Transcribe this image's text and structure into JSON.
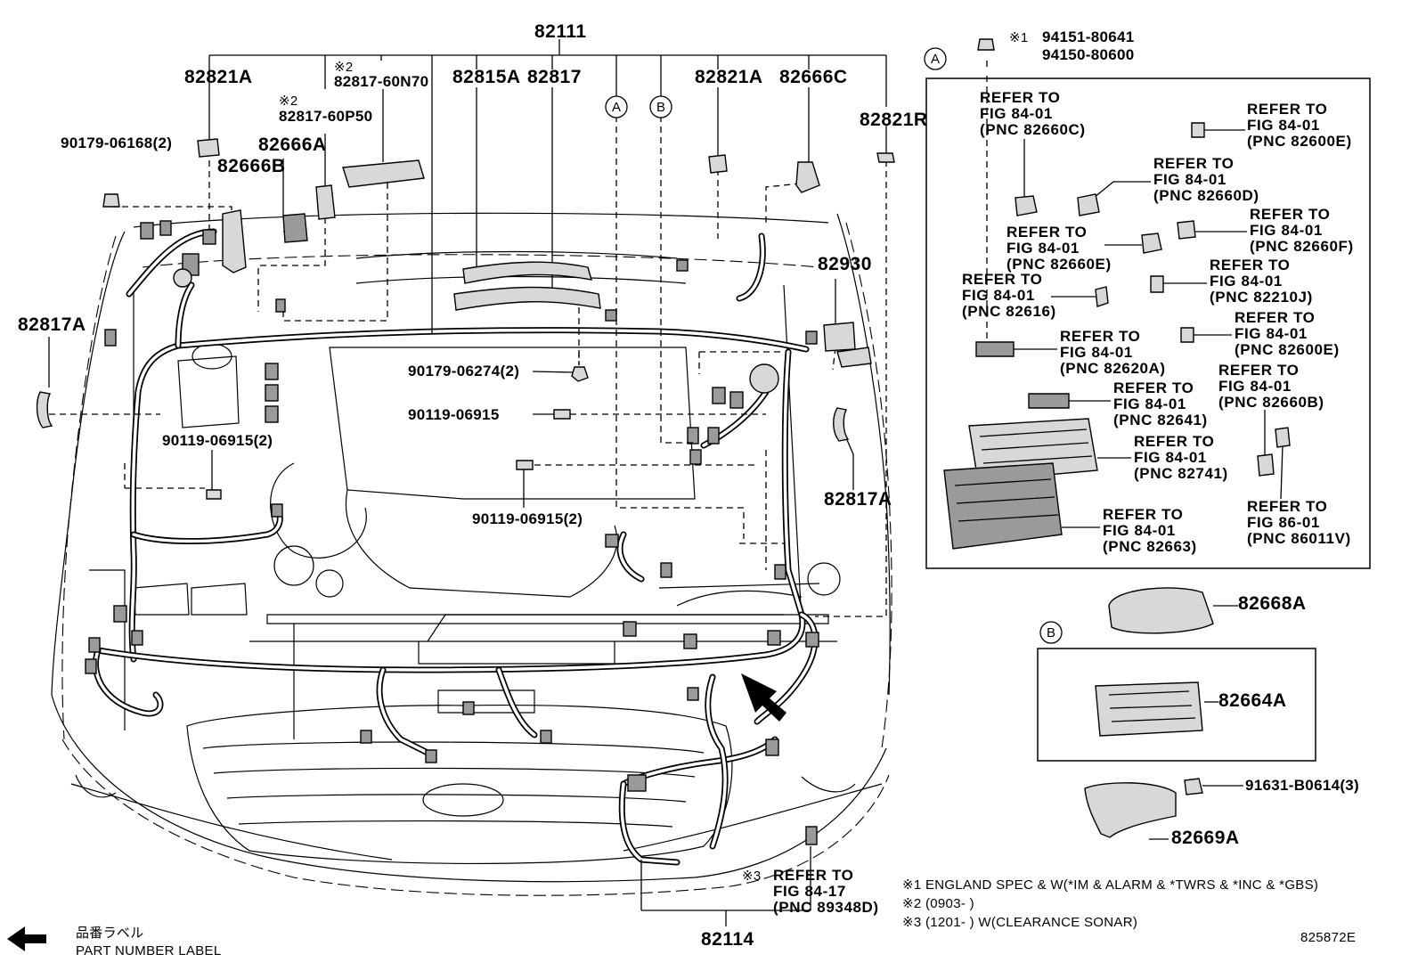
{
  "callouts": {
    "main_harness": "82111",
    "bracket_left_top": "82821A",
    "note2_a": "※2",
    "part_60n70": "82817-60N70",
    "note2_b": "※2",
    "part_60p50": "82817-60P50",
    "part_82815a": "82815A",
    "part_82817": "82817",
    "bracket_right_top": "82821A",
    "part_82666c": "82666C",
    "part_82821r": "82821R",
    "clip_left_top": "90179-06168(2)",
    "part_82666a": "82666A",
    "part_82666b": "82666B",
    "clamp_left": "82817A",
    "clamp_right": "82817A",
    "part_82930": "82930",
    "nut_center": "90179-06274(2)",
    "bolt_center": "90119-06915",
    "bolt_left": "90119-06915(2)",
    "bolt_center_lower": "90119-06915(2)",
    "engine_harness": "82114"
  },
  "inset_a": {
    "circle": "A",
    "top_note": "※1",
    "top_part1": "94151-80641",
    "top_part2": "94150-80600",
    "refs": [
      {
        "l1": "REFER TO",
        "l2": "FIG 84-01",
        "l3": "(PNC 82660C)"
      },
      {
        "l1": "REFER TO",
        "l2": "FIG 84-01",
        "l3": "(PNC 82600E)"
      },
      {
        "l1": "REFER TO",
        "l2": "FIG 84-01",
        "l3": "(PNC 82660D)"
      },
      {
        "l1": "REFER TO",
        "l2": "FIG 84-01",
        "l3": "(PNC 82660E)"
      },
      {
        "l1": "REFER TO",
        "l2": "FIG 84-01",
        "l3": "(PNC 82660F)"
      },
      {
        "l1": "REFER TO",
        "l2": "FIG 84-01",
        "l3": "(PNC 82616)"
      },
      {
        "l1": "REFER TO",
        "l2": "FIG 84-01",
        "l3": "(PNC 82210J)"
      },
      {
        "l1": "REFER TO",
        "l2": "FIG 84-01",
        "l3": "(PNC 82620A)"
      },
      {
        "l1": "REFER TO",
        "l2": "FIG 84-01",
        "l3": "(PNC 82600E)"
      },
      {
        "l1": "REFER TO",
        "l2": "FIG 84-01",
        "l3": "(PNC 82641)"
      },
      {
        "l1": "REFER TO",
        "l2": "FIG 84-01",
        "l3": "(PNC 82660B)"
      },
      {
        "l1": "REFER TO",
        "l2": "FIG 84-01",
        "l3": "(PNC 82741)"
      },
      {
        "l1": "REFER TO",
        "l2": "FIG 84-01",
        "l3": "(PNC 82663)"
      },
      {
        "l1": "REFER TO",
        "l2": "FIG 86-01",
        "l3": "(PNC 86011V)"
      }
    ]
  },
  "inset_b": {
    "circle": "B",
    "cover": "82668A",
    "block": "82664A"
  },
  "lower_right": {
    "bolt": "91631-B0614(3)",
    "bracket": "82669A"
  },
  "harness_circles": {
    "a": "A",
    "b": "B"
  },
  "sonar_ref": {
    "note": "※3",
    "l1": "REFER TO",
    "l2": "FIG 84-17",
    "l3": "(PNC 89348D)"
  },
  "footnotes": {
    "n1": "※1 ENGLAND SPEC & W(*IM & ALARM & *TWRS & *INC & *GBS)",
    "n2": "※2 (0903-        )",
    "n3": "※3 (1201-        ) W(CLEARANCE SONAR)"
  },
  "legend": {
    "jp": "品番ラベル",
    "en": "PART NUMBER LABEL"
  },
  "diagram_id": "825872E"
}
